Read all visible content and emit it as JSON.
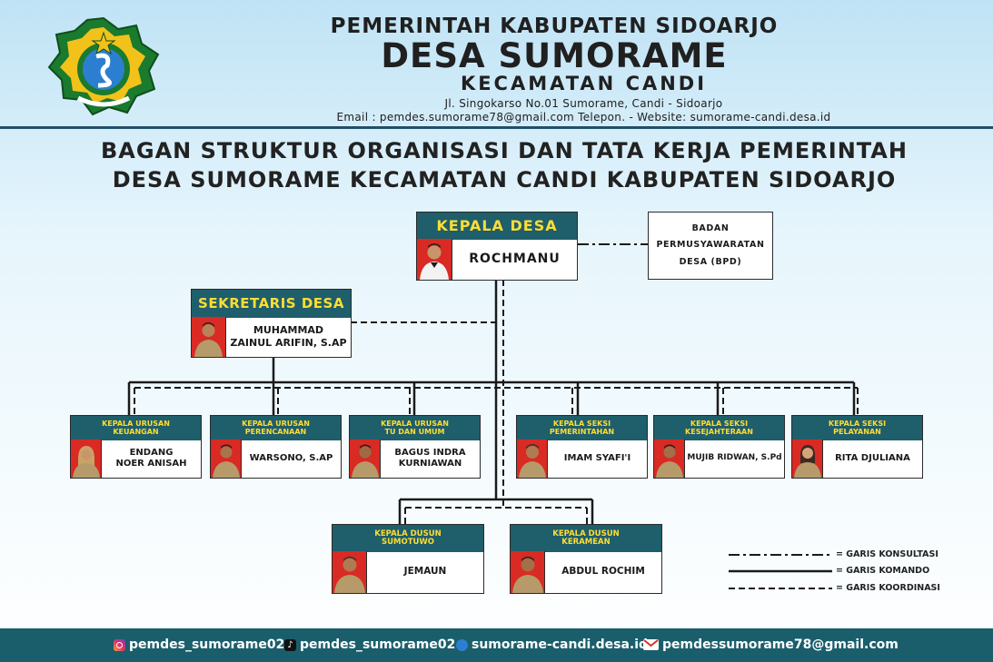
{
  "header": {
    "line1": "PEMERINTAH KABUPATEN SIDOARJO",
    "line2": "DESA SUMORAME",
    "line3": "KECAMATAN CANDI",
    "address": "Jl. Singokarso No.01 Sumorame, Candi - Sidoarjo",
    "contact": "Email : pemdes.sumorame78@gmail.com Telepon. - Website: sumorame-candi.desa.id"
  },
  "title": {
    "line1": "BAGAN STRUKTUR ORGANISASI DAN TATA KERJA PEMERINTAH",
    "line2": "DESA SUMORAME KECAMATAN CANDI KABUPATEN SIDOARJO"
  },
  "kepala_desa": {
    "title": "KEPALA DESA",
    "name": "ROCHMANU"
  },
  "bpd": {
    "text": "BADAN PERMUSYAWARATAN DESA (BPD)"
  },
  "sekretaris": {
    "title": "SEKRETARIS DESA",
    "name_line1": "MUHAMMAD",
    "name_line2": "ZAINUL ARIFIN, S.AP"
  },
  "urusan": [
    {
      "title_line1": "KEPALA URUSAN",
      "title_line2": "KEUANGAN",
      "name_line1": "ENDANG",
      "name_line2": "NOER ANISAH"
    },
    {
      "title_line1": "KEPALA URUSAN",
      "title_line2": "PERENCANAAN",
      "name_line1": "WARSONO, S.AP",
      "name_line2": ""
    },
    {
      "title_line1": "KEPALA URUSAN",
      "title_line2": "TU DAN UMUM",
      "name_line1": "BAGUS INDRA",
      "name_line2": "KURNIAWAN"
    }
  ],
  "seksi": [
    {
      "title_line1": "KEPALA SEKSI",
      "title_line2": "PEMERINTAHAN",
      "name_line1": "IMAM SYAFI'I",
      "name_line2": ""
    },
    {
      "title_line1": "KEPALA SEKSI",
      "title_line2": "KESEJAHTERAAN",
      "name_line1": "MUJIB RIDWAN, S.Pd",
      "name_line2": ""
    },
    {
      "title_line1": "KEPALA SEKSI",
      "title_line2": "PELAYANAN",
      "name_line1": "RITA DJULIANA",
      "name_line2": ""
    }
  ],
  "dusun": [
    {
      "title_line1": "KEPALA DUSUN",
      "title_line2": "SUMOTUWO",
      "name": "JEMAUN"
    },
    {
      "title_line1": "KEPALA DUSUN",
      "title_line2": "KERAMEAN",
      "name": "ABDUL ROCHIM"
    }
  ],
  "legend": {
    "konsultasi": "= GARIS KONSULTASI",
    "komando": "= GARIS KOMANDO",
    "koordinasi": "= GARIS KOORDINASI"
  },
  "footer": {
    "instagram": "pemdes_sumorame02",
    "tiktok": "pemdes_sumorame02",
    "website": "sumorame-candi.desa.id",
    "email": "pemdessumorame78@gmail.com"
  },
  "colors": {
    "header_band": "#1f5e6b",
    "header_text": "#ffdd33",
    "photo_bg": "#d92a24",
    "footer_bg": "#1a5e6c"
  }
}
